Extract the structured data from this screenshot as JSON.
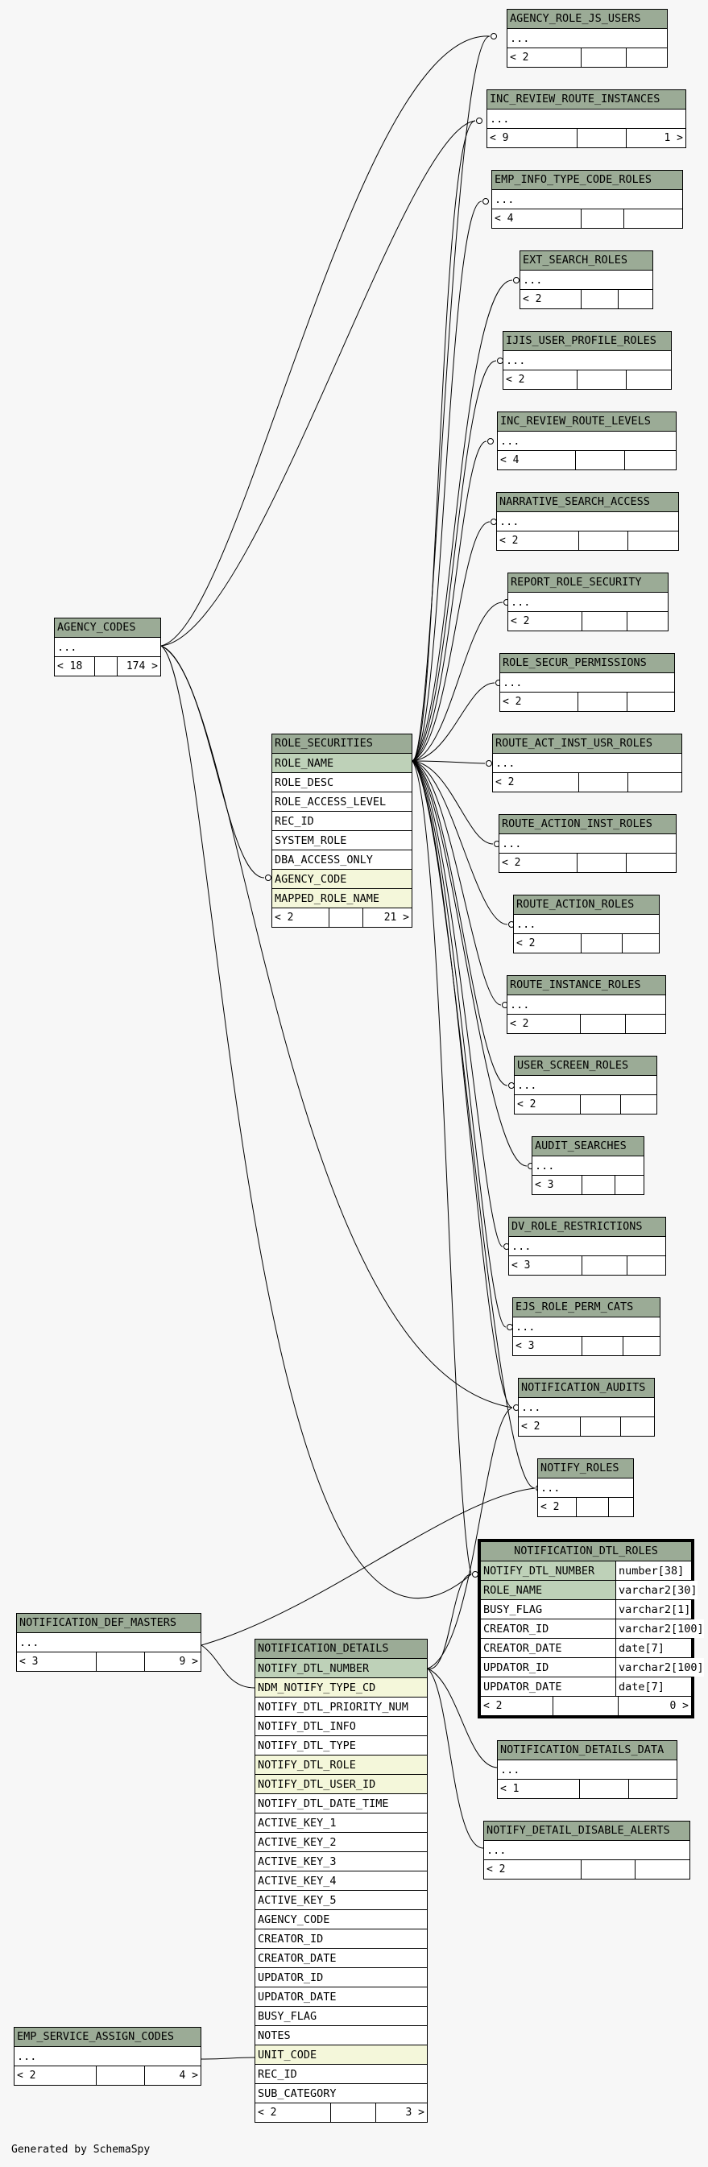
{
  "footer": "Generated by SchemaSpy",
  "tables": [
    {
      "id": "agency_role_js_users",
      "name": "AGENCY_ROLE_JS_USERS",
      "rows": [
        {
          "text": "..."
        }
      ],
      "footer": [
        "< 2",
        "",
        ""
      ]
    },
    {
      "id": "inc_review_route_instances",
      "name": "INC_REVIEW_ROUTE_INSTANCES",
      "rows": [
        {
          "text": "..."
        }
      ],
      "footer": [
        "< 9",
        "",
        "1 >"
      ]
    },
    {
      "id": "emp_info_type_code_roles",
      "name": "EMP_INFO_TYPE_CODE_ROLES",
      "rows": [
        {
          "text": "..."
        }
      ],
      "footer": [
        "< 4",
        "",
        ""
      ]
    },
    {
      "id": "ext_search_roles",
      "name": "EXT_SEARCH_ROLES",
      "rows": [
        {
          "text": "..."
        }
      ],
      "footer": [
        "< 2",
        "",
        ""
      ]
    },
    {
      "id": "ijis_user_profile_roles",
      "name": "IJIS_USER_PROFILE_ROLES",
      "rows": [
        {
          "text": "..."
        }
      ],
      "footer": [
        "< 2",
        "",
        ""
      ]
    },
    {
      "id": "inc_review_route_levels",
      "name": "INC_REVIEW_ROUTE_LEVELS",
      "rows": [
        {
          "text": "..."
        }
      ],
      "footer": [
        "< 4",
        "",
        ""
      ]
    },
    {
      "id": "narrative_search_access",
      "name": "NARRATIVE_SEARCH_ACCESS",
      "rows": [
        {
          "text": "..."
        }
      ],
      "footer": [
        "< 2",
        "",
        ""
      ]
    },
    {
      "id": "report_role_security",
      "name": "REPORT_ROLE_SECURITY",
      "rows": [
        {
          "text": "..."
        }
      ],
      "footer": [
        "< 2",
        "",
        ""
      ]
    },
    {
      "id": "role_secur_permissions",
      "name": "ROLE_SECUR_PERMISSIONS",
      "rows": [
        {
          "text": "..."
        }
      ],
      "footer": [
        "< 2",
        "",
        ""
      ]
    },
    {
      "id": "route_act_inst_usr_roles",
      "name": "ROUTE_ACT_INST_USR_ROLES",
      "rows": [
        {
          "text": "..."
        }
      ],
      "footer": [
        "< 2",
        "",
        ""
      ]
    },
    {
      "id": "route_action_inst_roles",
      "name": "ROUTE_ACTION_INST_ROLES",
      "rows": [
        {
          "text": "..."
        }
      ],
      "footer": [
        "< 2",
        "",
        ""
      ]
    },
    {
      "id": "route_action_roles",
      "name": "ROUTE_ACTION_ROLES",
      "rows": [
        {
          "text": "..."
        }
      ],
      "footer": [
        "< 2",
        "",
        ""
      ]
    },
    {
      "id": "route_instance_roles",
      "name": "ROUTE_INSTANCE_ROLES",
      "rows": [
        {
          "text": "..."
        }
      ],
      "footer": [
        "< 2",
        "",
        ""
      ]
    },
    {
      "id": "user_screen_roles",
      "name": "USER_SCREEN_ROLES",
      "rows": [
        {
          "text": "..."
        }
      ],
      "footer": [
        "< 2",
        "",
        ""
      ]
    },
    {
      "id": "audit_searches",
      "name": "AUDIT_SEARCHES",
      "rows": [
        {
          "text": "..."
        }
      ],
      "footer": [
        "< 3",
        "",
        ""
      ]
    },
    {
      "id": "dv_role_restrictions",
      "name": "DV_ROLE_RESTRICTIONS",
      "rows": [
        {
          "text": "..."
        }
      ],
      "footer": [
        "< 3",
        "",
        ""
      ]
    },
    {
      "id": "ejs_role_perm_cats",
      "name": "EJS_ROLE_PERM_CATS",
      "rows": [
        {
          "text": "..."
        }
      ],
      "footer": [
        "< 3",
        "",
        ""
      ]
    },
    {
      "id": "notification_audits",
      "name": "NOTIFICATION_AUDITS",
      "rows": [
        {
          "text": "..."
        }
      ],
      "footer": [
        "< 2",
        "",
        ""
      ]
    },
    {
      "id": "notify_roles",
      "name": "NOTIFY_ROLES",
      "rows": [
        {
          "text": "..."
        }
      ],
      "footer": [
        "< 2",
        "",
        ""
      ]
    },
    {
      "id": "agency_codes",
      "name": "AGENCY_CODES",
      "rows": [
        {
          "text": "..."
        }
      ],
      "footer": [
        "< 18",
        "",
        "174 >"
      ]
    },
    {
      "id": "role_securities",
      "name": "ROLE_SECURITIES",
      "rows": [
        {
          "text": "ROLE_NAME",
          "kind": "pk"
        },
        {
          "text": "ROLE_DESC"
        },
        {
          "text": "ROLE_ACCESS_LEVEL"
        },
        {
          "text": "REC_ID"
        },
        {
          "text": "SYSTEM_ROLE"
        },
        {
          "text": "DBA_ACCESS_ONLY"
        },
        {
          "text": "AGENCY_CODE",
          "kind": "fk"
        },
        {
          "text": "MAPPED_ROLE_NAME",
          "kind": "fk"
        }
      ],
      "footer": [
        "< 2",
        "",
        "21 >"
      ]
    },
    {
      "id": "notification_dtl_roles",
      "name": "NOTIFICATION_DTL_ROLES",
      "focus": true,
      "rows": [
        {
          "text": "NOTIFY_DTL_NUMBER",
          "type": "number[38]",
          "kind": "pk"
        },
        {
          "text": "ROLE_NAME",
          "type": "varchar2[30]",
          "kind": "pk"
        },
        {
          "text": "BUSY_FLAG",
          "type": "varchar2[1]"
        },
        {
          "text": "CREATOR_ID",
          "type": "varchar2[100]"
        },
        {
          "text": "CREATOR_DATE",
          "type": "date[7]"
        },
        {
          "text": "UPDATOR_ID",
          "type": "varchar2[100]"
        },
        {
          "text": "UPDATOR_DATE",
          "type": "date[7]"
        }
      ],
      "footer": [
        "< 2",
        "",
        "0 >"
      ]
    },
    {
      "id": "notification_details_data",
      "name": "NOTIFICATION_DETAILS_DATA",
      "rows": [
        {
          "text": "..."
        }
      ],
      "footer": [
        "< 1",
        "",
        ""
      ]
    },
    {
      "id": "notify_detail_disable_alerts",
      "name": "NOTIFY_DETAIL_DISABLE_ALERTS",
      "rows": [
        {
          "text": "..."
        }
      ],
      "footer": [
        "< 2",
        "",
        ""
      ]
    },
    {
      "id": "notification_def_masters",
      "name": "NOTIFICATION_DEF_MASTERS",
      "rows": [
        {
          "text": "..."
        }
      ],
      "footer": [
        "< 3",
        "",
        "9 >"
      ]
    },
    {
      "id": "notification_details",
      "name": "NOTIFICATION_DETAILS",
      "rows": [
        {
          "text": "NOTIFY_DTL_NUMBER",
          "kind": "pk"
        },
        {
          "text": "NDM_NOTIFY_TYPE_CD",
          "kind": "fk"
        },
        {
          "text": "NOTIFY_DTL_PRIORITY_NUM"
        },
        {
          "text": "NOTIFY_DTL_INFO"
        },
        {
          "text": "NOTIFY_DTL_TYPE"
        },
        {
          "text": "NOTIFY_DTL_ROLE",
          "kind": "fk"
        },
        {
          "text": "NOTIFY_DTL_USER_ID",
          "kind": "fk"
        },
        {
          "text": "NOTIFY_DTL_DATE_TIME"
        },
        {
          "text": "ACTIVE_KEY_1"
        },
        {
          "text": "ACTIVE_KEY_2"
        },
        {
          "text": "ACTIVE_KEY_3"
        },
        {
          "text": "ACTIVE_KEY_4"
        },
        {
          "text": "ACTIVE_KEY_5"
        },
        {
          "text": "AGENCY_CODE"
        },
        {
          "text": "CREATOR_ID"
        },
        {
          "text": "CREATOR_DATE"
        },
        {
          "text": "UPDATOR_ID"
        },
        {
          "text": "UPDATOR_DATE"
        },
        {
          "text": "BUSY_FLAG"
        },
        {
          "text": "NOTES"
        },
        {
          "text": "UNIT_CODE",
          "kind": "fk"
        },
        {
          "text": "REC_ID"
        },
        {
          "text": "SUB_CATEGORY"
        }
      ],
      "footer": [
        "< 2",
        "",
        "3 >"
      ]
    },
    {
      "id": "emp_service_assign_codes",
      "name": "EMP_SERVICE_ASSIGN_CODES",
      "rows": [
        {
          "text": "..."
        }
      ],
      "footer": [
        "< 2",
        "",
        "4 >"
      ]
    }
  ]
}
